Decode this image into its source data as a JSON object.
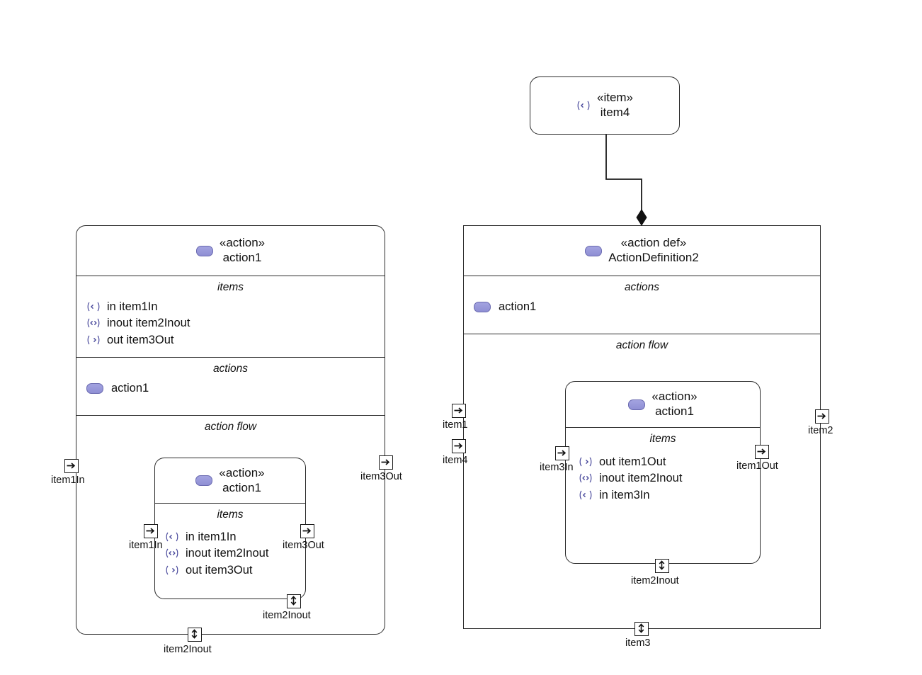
{
  "diagram": {
    "title": "SysML action decomposition diagram",
    "accent_purple": "#8f8fd4",
    "line_color": "#2b2b2b"
  },
  "icons": {
    "action_pill": "action-pill-icon",
    "in": "item-in-icon",
    "inout": "item-inout-icon",
    "out": "item-out-icon",
    "port_in": "port-arrow-icon",
    "port_inout": "port-bidirectional-icon",
    "composition": "composition-diamond-icon"
  },
  "labels": {
    "items": "items",
    "actions": "actions",
    "action_flow": "action flow"
  },
  "item4_block": {
    "keyword": "«item»",
    "name": "item4",
    "icon": "item-in-icon"
  },
  "left_block": {
    "keyword": "«action»",
    "name": "action1",
    "items_caption": "items",
    "items": [
      {
        "dir": "in",
        "text": "in item1In"
      },
      {
        "dir": "inout",
        "text": "inout item2Inout"
      },
      {
        "dir": "out",
        "text": "out item3Out"
      }
    ],
    "actions_caption": "actions",
    "actions": [
      {
        "name": "action1"
      }
    ],
    "flow_caption": "action flow",
    "ports": [
      {
        "name": "item1In",
        "kind": "in",
        "side": "left"
      },
      {
        "name": "item3Out",
        "kind": "in",
        "side": "right"
      },
      {
        "name": "item2Inout",
        "kind": "inout",
        "side": "bottom"
      }
    ],
    "inner": {
      "keyword": "«action»",
      "name": "action1",
      "items_caption": "items",
      "items": [
        {
          "dir": "in",
          "text": "in item1In"
        },
        {
          "dir": "inout",
          "text": "inout item2Inout"
        },
        {
          "dir": "out",
          "text": "out item3Out"
        }
      ],
      "ports": [
        {
          "name": "item1In",
          "kind": "in",
          "side": "left"
        },
        {
          "name": "item3Out",
          "kind": "in",
          "side": "right"
        },
        {
          "name": "item2Inout",
          "kind": "inout",
          "side": "bottom"
        }
      ]
    }
  },
  "right_block": {
    "keyword": "«action def»",
    "name": "ActionDefinition2",
    "actions_caption": "actions",
    "actions": [
      {
        "name": "action1"
      }
    ],
    "flow_caption": "action flow",
    "ports": [
      {
        "name": "item1",
        "kind": "in",
        "side": "left"
      },
      {
        "name": "item4",
        "kind": "in",
        "side": "left"
      },
      {
        "name": "item2",
        "kind": "in",
        "side": "right"
      },
      {
        "name": "item3",
        "kind": "inout",
        "side": "bottom"
      }
    ],
    "inner": {
      "keyword": "«action»",
      "name": "action1",
      "items_caption": "items",
      "items": [
        {
          "dir": "out",
          "text": "out item1Out"
        },
        {
          "dir": "inout",
          "text": "inout item2Inout"
        },
        {
          "dir": "in",
          "text": "in item3In"
        }
      ],
      "ports": [
        {
          "name": "item3In",
          "kind": "in",
          "side": "left"
        },
        {
          "name": "item1Out",
          "kind": "in",
          "side": "right"
        },
        {
          "name": "item2Inout",
          "kind": "inout",
          "side": "bottom"
        }
      ]
    }
  },
  "connector": {
    "type": "composition",
    "from": "item4",
    "to": "ActionDefinition2"
  }
}
